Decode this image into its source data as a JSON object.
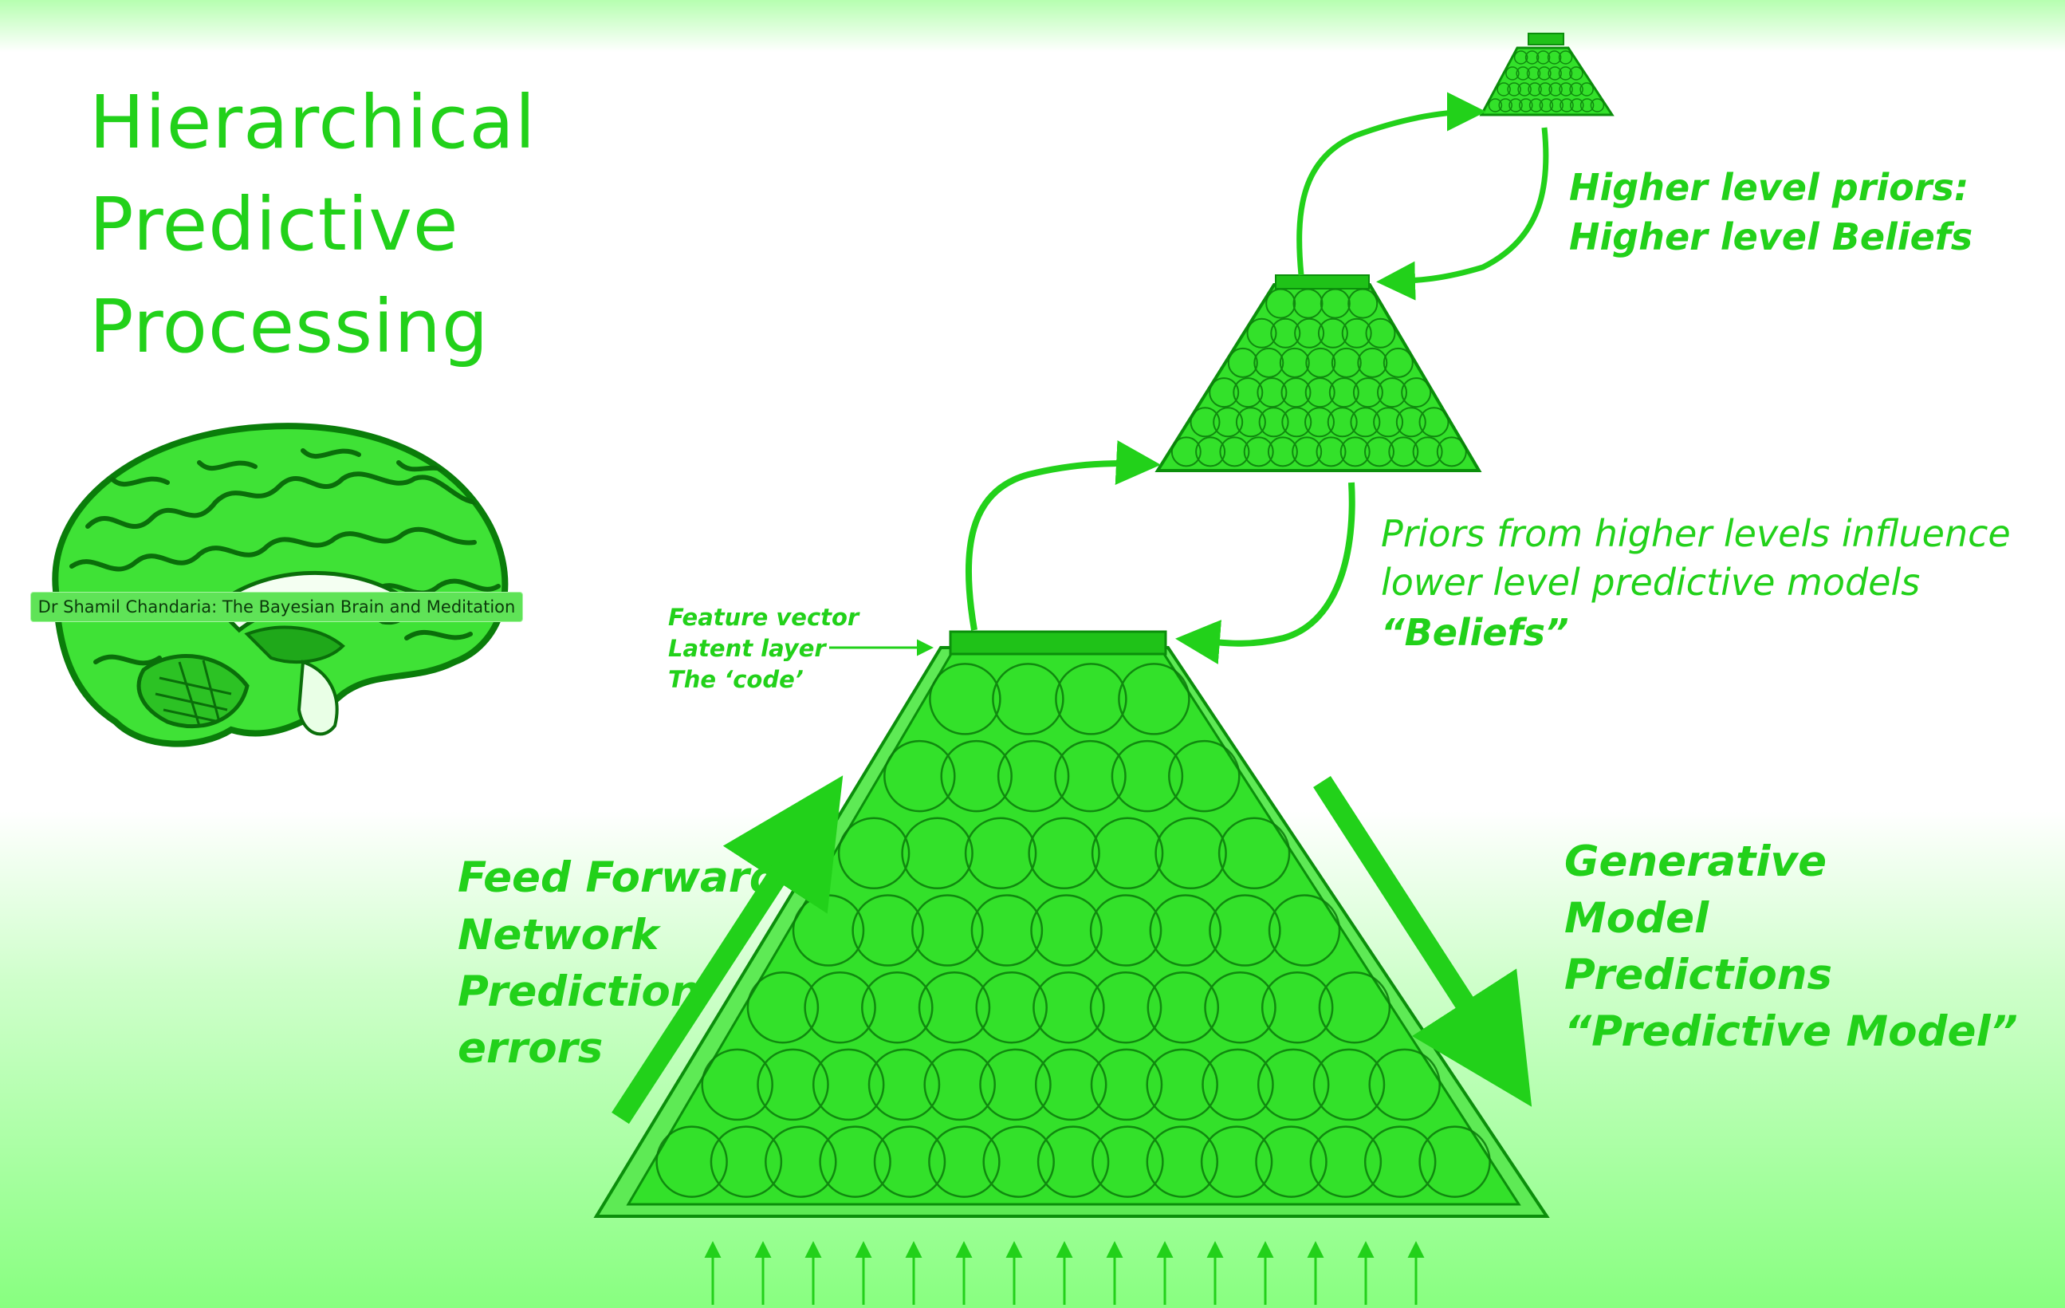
{
  "title": {
    "lines": [
      "Hierarchical",
      "Predictive",
      "Processing"
    ]
  },
  "brain": {
    "caption": "Dr Shamil Chandaria: The Bayesian Brain and Meditation"
  },
  "labels": {
    "higher_priors": [
      "Higher level priors:",
      "Higher level Beliefs"
    ],
    "priors_influence": [
      "Priors from higher levels influence",
      "lower level  predictive models",
      "“Beliefs”"
    ],
    "feature_vector": [
      "Feature vector",
      "Latent layer",
      "The ‘code’"
    ],
    "feed_forward": [
      "Feed Forward",
      "Network",
      "Prediction",
      "errors"
    ],
    "generative": [
      "Generative",
      "Model",
      "Predictions",
      "“Predictive Model”"
    ]
  },
  "colors": {
    "accent": "#22d11a",
    "pyramid_fill": "#33e12a",
    "stroke": "#0b8f0b"
  },
  "icons": [
    "brain-icon",
    "up-arrow-icon",
    "down-arrow-icon",
    "curved-arrow-icon"
  ]
}
